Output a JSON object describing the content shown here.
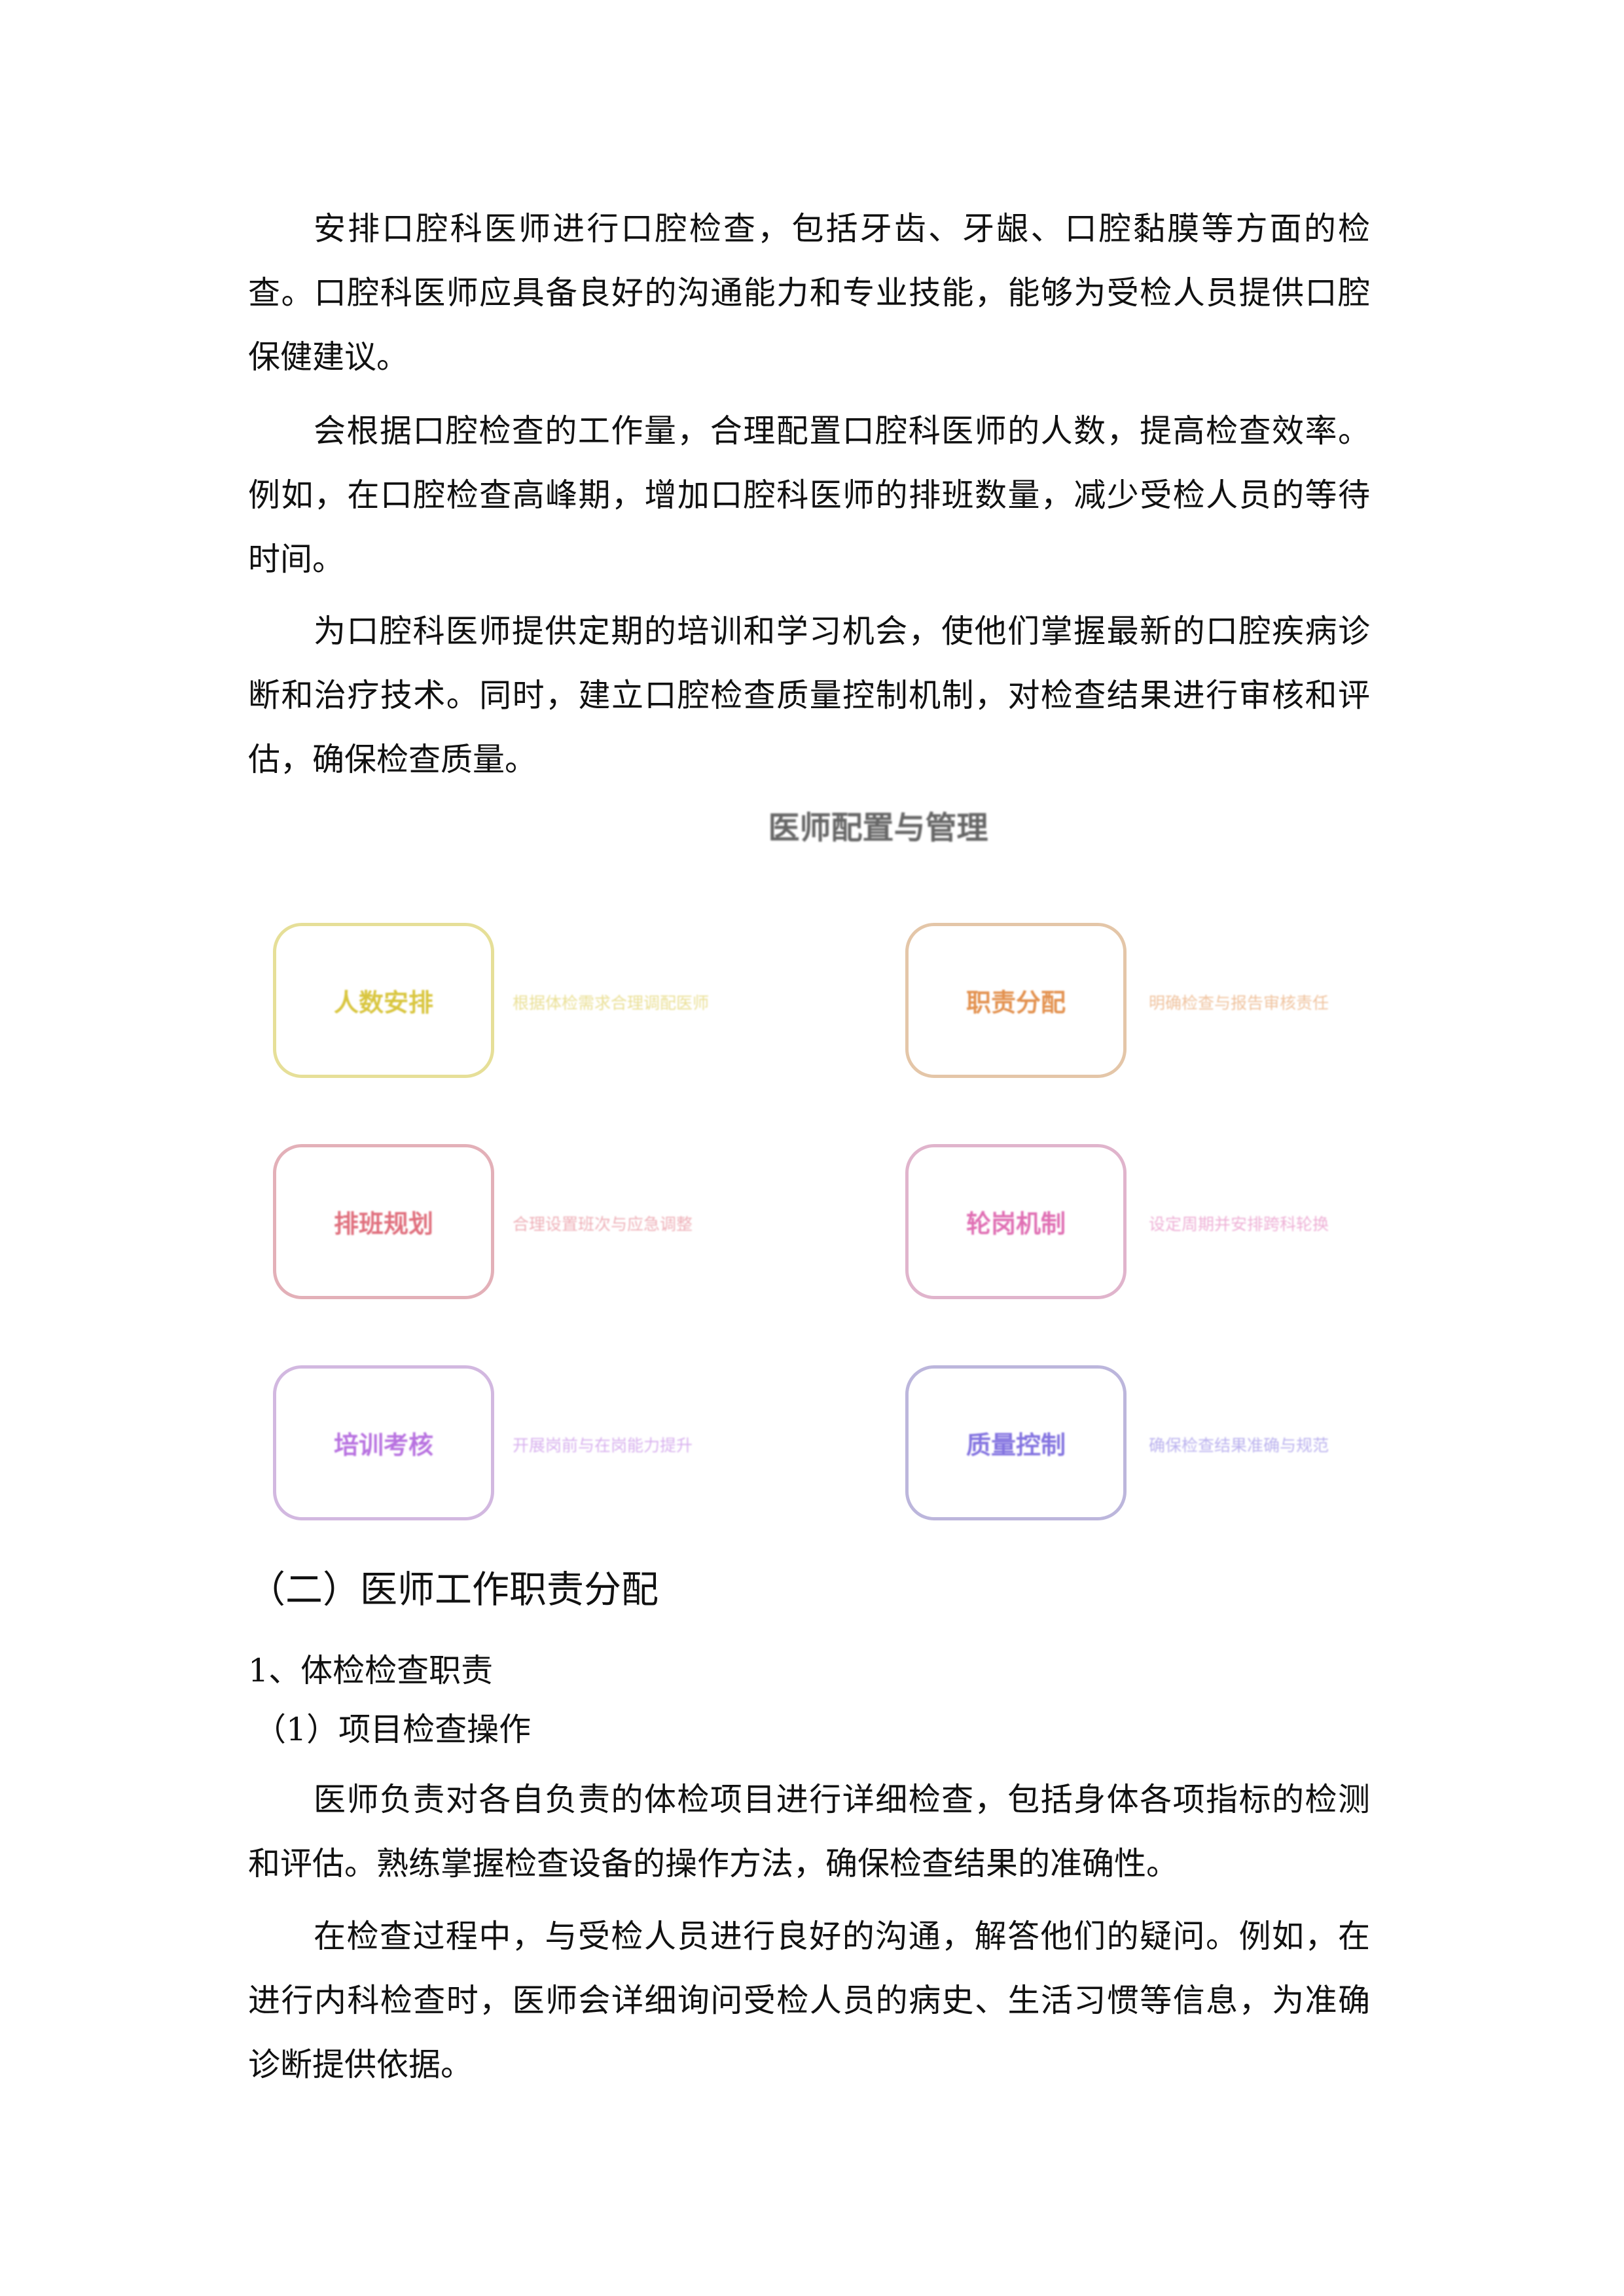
{
  "paragraphs_top": [
    "安排口腔科医师进行口腔检查，包括牙齿、牙龈、口腔黏膜等方面的检查。口腔科医师应具备良好的沟通能力和专业技能，能够为受检人员提供口腔保健建议。",
    "会根据口腔检查的工作量，合理配置口腔科医师的人数，提高检查效率。例如，在口腔检查高峰期，增加口腔科医师的排班数量，减少受检人员的等待时间。",
    "为口腔科医师提供定期的培训和学习机会，使他们掌握最新的口腔疾病诊断和治疗技术。同时，建立口腔检查质量控制机制，对检查结果进行审核和评估，确保检查质量。"
  ],
  "diagram": {
    "title": "医师配置与管理",
    "items": [
      {
        "label": "人数安排",
        "desc": "根据体检需求合理调配医师",
        "color": "#d9c640",
        "border": "#e6df98"
      },
      {
        "label": "职责分配",
        "desc": "明确检查与报告审核责任",
        "color": "#e39250",
        "border": "#e4c6a8"
      },
      {
        "label": "排班规划",
        "desc": "合理设置班次与应急调整",
        "color": "#e0707e",
        "border": "#e3b0b8"
      },
      {
        "label": "轮岗机制",
        "desc": "设定周期并安排跨科轮换",
        "color": "#e070b4",
        "border": "#e0b4cc"
      },
      {
        "label": "培训考核",
        "desc": "开展岗前与在岗能力提升",
        "color": "#b872e0",
        "border": "#d2b8e0"
      },
      {
        "label": "质量控制",
        "desc": "确保检查结果准确与规范",
        "color": "#8474e0",
        "border": "#bcb6dc"
      }
    ]
  },
  "section": {
    "heading": "（二）医师工作职责分配",
    "sub1": "1、体检检查职责",
    "sub2": "（1）项目检查操作",
    "paragraphs": [
      "医师负责对各自负责的体检项目进行详细检查，包括身体各项指标的检测和评估。熟练掌握检查设备的操作方法，确保检查结果的准确性。",
      "在检查过程中，与受检人员进行良好的沟通，解答他们的疑问。例如，在进行内科检查时，医师会详细询问受检人员的病史、生活习惯等信息，为准确诊断提供依据。"
    ]
  }
}
